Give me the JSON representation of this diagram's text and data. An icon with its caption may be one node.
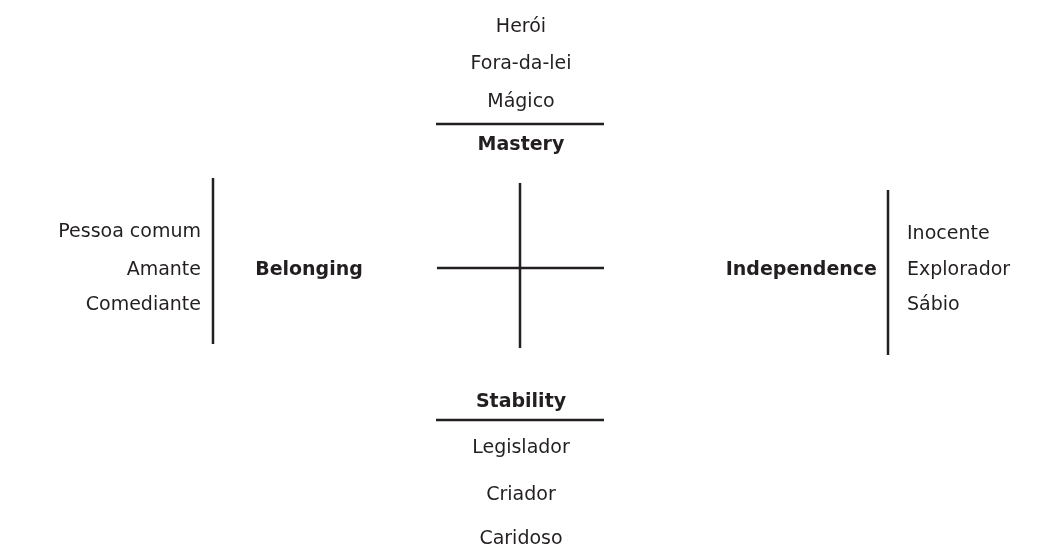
{
  "diagram": {
    "labels": [
      "Herói",
      "Fora-da-lei",
      "Mágico",
      "Mastery",
      "Pessoa comum",
      "Amante",
      "Comediante",
      "Belonging",
      "Independence",
      "Inocente",
      "Explorador",
      "Sábio",
      "Stability",
      "Legislador",
      "Criador",
      "Caridoso"
    ]
  }
}
